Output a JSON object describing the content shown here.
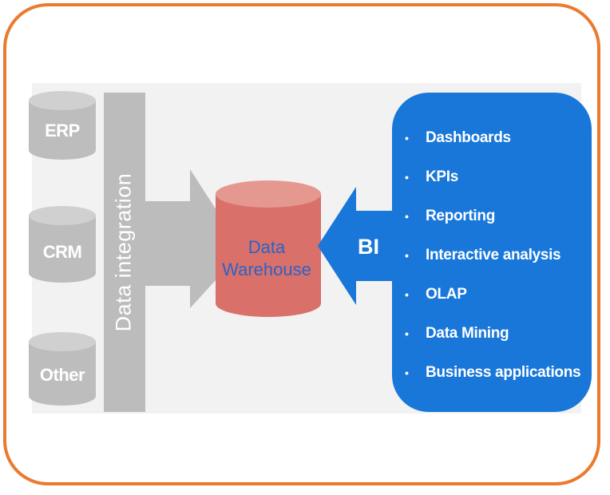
{
  "sources": [
    "ERP",
    "CRM",
    "Other"
  ],
  "integration_label": "Data integration",
  "warehouse": {
    "line1": "Data",
    "line2": "Warehouse"
  },
  "bi_label": "BI",
  "bi_items": [
    "Dashboards",
    "KPIs",
    "Reporting",
    "Interactive analysis",
    "OLAP",
    "Data Mining",
    "Business applications"
  ],
  "colors": {
    "frame": "#ec7a2d",
    "source_db": "#bdbdbd",
    "integration_bar": "#bcbcbc",
    "warehouse": "#d9706a",
    "bi_blue": "#1877d9",
    "warehouse_text": "#2b63c8"
  }
}
